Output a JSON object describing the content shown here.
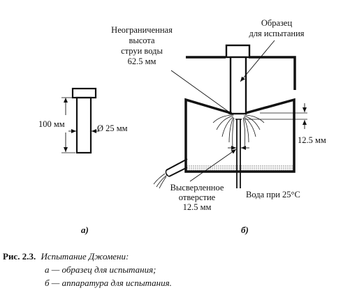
{
  "labels": {
    "height_mm": "100 мм",
    "diameter_mm": "Ø 25 мм",
    "jet_height_line1": "Неограниченная",
    "jet_height_line2": "высота",
    "jet_height_line3": "струи воды",
    "jet_height_line4": "62.5 мм",
    "specimen_line1": "Образец",
    "specimen_line2": "для испытания",
    "gap_mm": "12.5 мм",
    "hole_line1": "Высверленное",
    "hole_line2": "отверстие",
    "hole_line3": "12.5 мм",
    "water_temp": "Вода при 25°C",
    "sub_a": "а)",
    "sub_b": "б)"
  },
  "caption": {
    "number": "Рис. 2.3.",
    "title": "Испытание Джомени:",
    "item_a": "а — образец для испытания;",
    "item_b": "б — аппаратура для испытания."
  }
}
